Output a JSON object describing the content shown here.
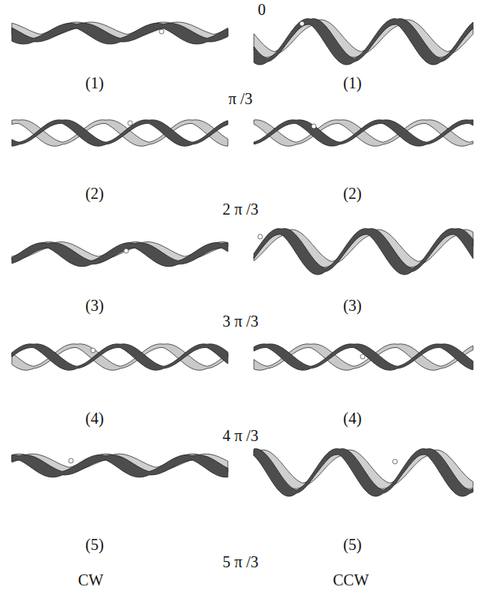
{
  "diagram": {
    "labels": [
      "0",
      "(1)",
      "π /3",
      "(1)",
      "(2)",
      "2 π /3",
      "(2)",
      "(3)",
      "3 π /3",
      "(3)",
      "(4)",
      "4 π /3",
      "(4)",
      "(5)",
      "5 π /3",
      "(5)",
      "CW",
      "CCW"
    ]
  }
}
